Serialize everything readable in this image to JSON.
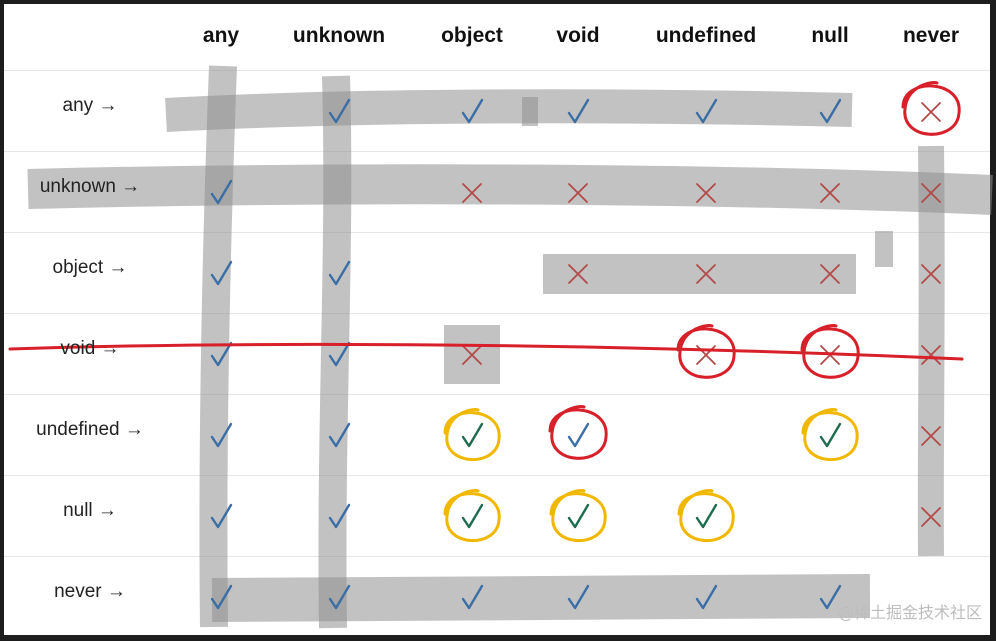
{
  "columns": [
    "any",
    "unknown",
    "object",
    "void",
    "undefined",
    "null",
    "never"
  ],
  "rows": [
    {
      "label": "any →",
      "cells": [
        "",
        "check",
        "check",
        "check",
        "check",
        "check",
        "cross"
      ]
    },
    {
      "label": "unknown →",
      "cells": [
        "check",
        "",
        "cross",
        "cross",
        "cross",
        "cross",
        "cross"
      ]
    },
    {
      "label": "object →",
      "cells": [
        "check",
        "check",
        "",
        "cross",
        "cross",
        "cross",
        "cross"
      ]
    },
    {
      "label": "void →",
      "cells": [
        "check",
        "check",
        "cross",
        "",
        "cross",
        "cross",
        "cross"
      ]
    },
    {
      "label": "undefined →",
      "cells": [
        "check",
        "check",
        "check",
        "check",
        "",
        "check",
        "cross"
      ]
    },
    {
      "label": "null →",
      "cells": [
        "check",
        "check",
        "check",
        "check",
        "check",
        "",
        "cross"
      ]
    },
    {
      "label": "never →",
      "cells": [
        "check",
        "check",
        "check",
        "check",
        "check",
        "check",
        ""
      ]
    }
  ],
  "colors": {
    "check": "#3a6ea5",
    "check_circled": "#1f6b4e",
    "cross": "#b24a4a",
    "highlighter": "#8f8f8f",
    "red_ink": "#d8202a",
    "yellow_ink": "#f0b800"
  },
  "annotations": {
    "red_circles": [
      {
        "row": 0,
        "col": 6
      },
      {
        "row": 3,
        "col": 4
      },
      {
        "row": 3,
        "col": 5
      },
      {
        "row": 4,
        "col": 3
      }
    ],
    "yellow_circles": [
      {
        "row": 4,
        "col": 2
      },
      {
        "row": 4,
        "col": 5
      },
      {
        "row": 5,
        "col": 2
      },
      {
        "row": 5,
        "col": 3
      },
      {
        "row": 5,
        "col": 4
      }
    ],
    "struck_row": 3
  },
  "watermark": "@稀土掘金技术社区"
}
